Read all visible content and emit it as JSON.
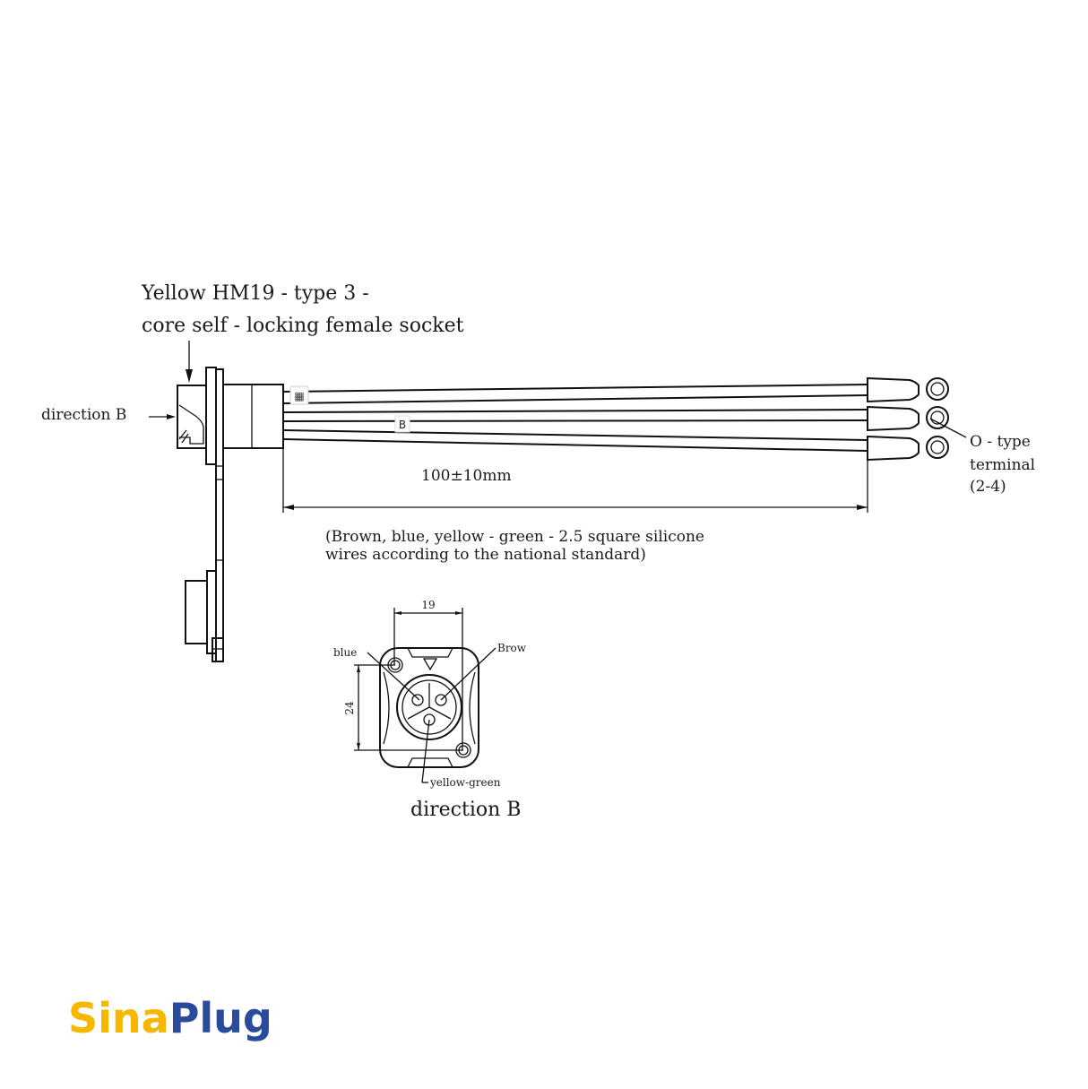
{
  "title": {
    "line1": "Yellow HM19 - type 3 -",
    "line2": "core self - locking female socket"
  },
  "side_view": {
    "direction_label": "direction B",
    "wire_marker_1": "▦",
    "wire_marker_2": "B"
  },
  "terminal": {
    "line1": "O - type",
    "line2": "terminal",
    "line3": "(2-4)"
  },
  "dimension": {
    "length": "100±10mm"
  },
  "wire_note": {
    "line1": "(Brown, blue, yellow - green - 2.5 square silicone",
    "line2": "wires according to the national standard)"
  },
  "front_view": {
    "width_dim": "19",
    "height_dim": "24",
    "label_blue": "blue",
    "label_brown": "Brow",
    "label_yellow_green": "yellow-green",
    "caption": "direction B"
  },
  "logo": {
    "part1": "Sina",
    "part2": "Plug",
    "color_yellow": "#f5b700",
    "color_blue": "#2a4b9b"
  }
}
